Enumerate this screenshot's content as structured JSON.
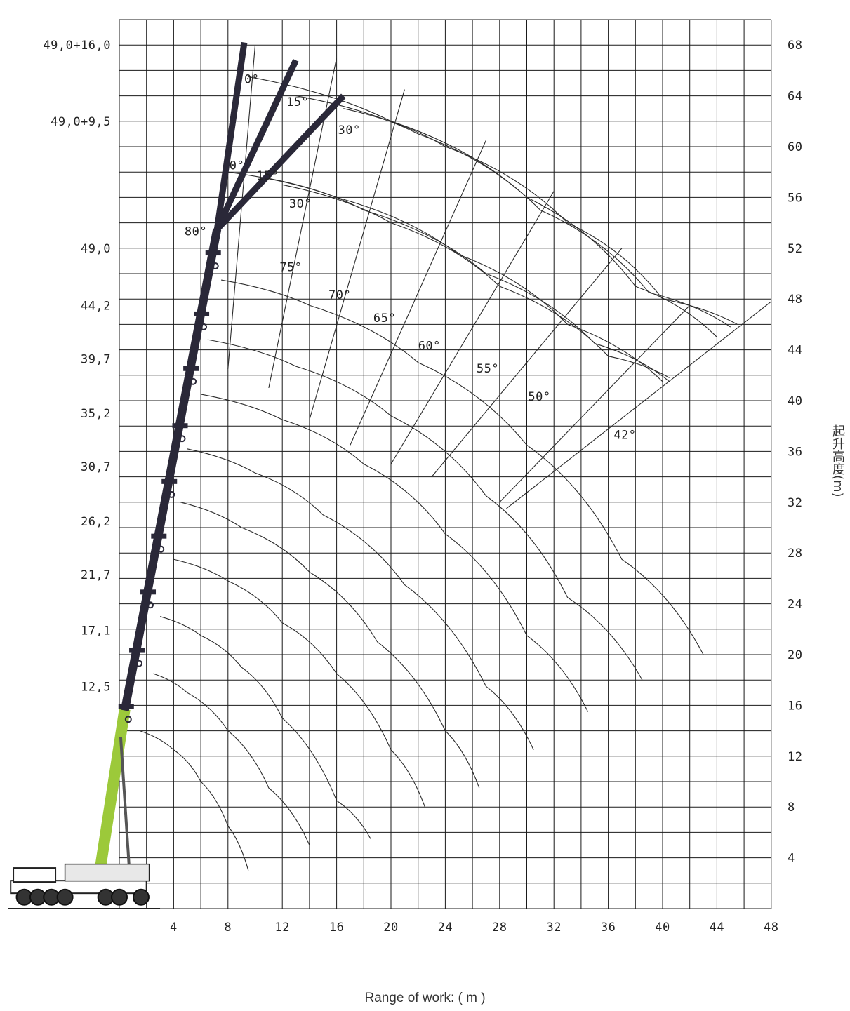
{
  "x_axis": {
    "title": "Range of work: ( m )",
    "ticks": [
      "4",
      "8",
      "12",
      "16",
      "20",
      "24",
      "28",
      "32",
      "36",
      "40",
      "44",
      "48"
    ]
  },
  "y_axis": {
    "title": "起升高度(m)",
    "ticks": [
      "4",
      "8",
      "12",
      "16",
      "20",
      "24",
      "28",
      "32",
      "36",
      "40",
      "44",
      "48",
      "52",
      "56",
      "60",
      "64",
      "68"
    ]
  },
  "boom_length_labels": [
    {
      "text": "49,0+16,0",
      "height": 68
    },
    {
      "text": "49,0+9,5",
      "height": 62
    },
    {
      "text": "49,0",
      "height": 52
    },
    {
      "text": "44,2",
      "height": 47.5
    },
    {
      "text": "39,7",
      "height": 43.3
    },
    {
      "text": "35,2",
      "height": 39
    },
    {
      "text": "30,7",
      "height": 34.8
    },
    {
      "text": "26,2",
      "height": 30.5
    },
    {
      "text": "21,7",
      "height": 26.3
    },
    {
      "text": "17,1",
      "height": 21.9
    },
    {
      "text": "12,5",
      "height": 17.5
    }
  ],
  "boom_angle_labels": [
    "80°",
    "75°",
    "70°",
    "65°",
    "60°",
    "55°",
    "50°",
    "42°"
  ],
  "jib_offset_labels": [
    "0°",
    "15°",
    "30°",
    "0°",
    "15°",
    "30°"
  ],
  "colors": {
    "grid": "#1a1a1a",
    "boom": "#2a2838",
    "base_section": "#9cc93a",
    "curve": "#2b2b2b"
  },
  "chart_data": {
    "type": "line",
    "description_units": {
      "x": "working range (m)",
      "y": "lifting height (m)"
    },
    "xlim": [
      0,
      48
    ],
    "ylim": [
      0,
      70
    ],
    "main_boom_curves": [
      {
        "boom": "12,5",
        "points": [
          [
            1.5,
            14
          ],
          [
            4,
            12.5
          ],
          [
            6,
            10
          ],
          [
            8,
            6.5
          ],
          [
            9.5,
            3
          ]
        ]
      },
      {
        "boom": "17,1",
        "points": [
          [
            2.5,
            18.5
          ],
          [
            5,
            17
          ],
          [
            8,
            14
          ],
          [
            11,
            9.5
          ],
          [
            14,
            5
          ]
        ]
      },
      {
        "boom": "21,7",
        "points": [
          [
            3,
            23
          ],
          [
            6,
            21.5
          ],
          [
            9,
            19
          ],
          [
            12,
            15
          ],
          [
            16,
            8.5
          ],
          [
            18.5,
            5.5
          ]
        ]
      },
      {
        "boom": "26,2",
        "points": [
          [
            4,
            27.5
          ],
          [
            8,
            25.8
          ],
          [
            12,
            22.5
          ],
          [
            16,
            18.5
          ],
          [
            20,
            12.5
          ],
          [
            22.5,
            8
          ]
        ]
      },
      {
        "boom": "30,7",
        "points": [
          [
            4.5,
            32
          ],
          [
            9,
            30
          ],
          [
            14,
            26.5
          ],
          [
            19,
            21
          ],
          [
            24,
            14
          ],
          [
            26.5,
            9.5
          ]
        ]
      },
      {
        "boom": "35,2",
        "points": [
          [
            5,
            36.2
          ],
          [
            10,
            34.3
          ],
          [
            15,
            31
          ],
          [
            21,
            25.5
          ],
          [
            27,
            17.5
          ],
          [
            30.5,
            12.5
          ]
        ]
      },
      {
        "boom": "39,7",
        "points": [
          [
            6,
            40.5
          ],
          [
            12,
            38.5
          ],
          [
            18,
            35
          ],
          [
            24,
            29.5
          ],
          [
            30,
            21.5
          ],
          [
            34.5,
            15.5
          ]
        ]
      },
      {
        "boom": "44,2",
        "points": [
          [
            6.5,
            44.8
          ],
          [
            13,
            42.7
          ],
          [
            20,
            38.8
          ],
          [
            27,
            32.5
          ],
          [
            33,
            24.5
          ],
          [
            38.5,
            18
          ]
        ]
      },
      {
        "boom": "49,0",
        "points": [
          [
            7.5,
            49.5
          ],
          [
            14,
            47.5
          ],
          [
            22,
            43
          ],
          [
            30,
            36.5
          ],
          [
            37,
            27.5
          ],
          [
            43,
            20
          ]
        ]
      }
    ],
    "jib_curves": [
      {
        "jib": "49,0+9,5 0°",
        "points": [
          [
            8,
            58
          ],
          [
            16,
            56
          ],
          [
            25,
            51.5
          ],
          [
            33,
            46
          ],
          [
            40,
            41.5
          ]
        ]
      },
      {
        "jib": "49,0+9,5 15°",
        "points": [
          [
            11,
            57.5
          ],
          [
            18,
            55
          ],
          [
            27,
            50
          ],
          [
            35,
            44.5
          ],
          [
            40.5,
            41.5
          ]
        ]
      },
      {
        "jib": "49,0+9,5 30°",
        "points": [
          [
            12,
            57
          ],
          [
            20,
            54
          ],
          [
            28,
            49
          ],
          [
            36,
            43.5
          ],
          [
            40.5,
            41.8
          ]
        ]
      },
      {
        "jib": "49,0+16,0 0°",
        "points": [
          [
            9.5,
            65.5
          ],
          [
            20,
            62
          ],
          [
            30,
            56
          ],
          [
            38,
            49
          ],
          [
            44,
            45
          ]
        ]
      },
      {
        "jib": "49,0+16,0 15°",
        "points": [
          [
            13,
            64
          ],
          [
            22,
            61
          ],
          [
            31,
            55
          ],
          [
            39,
            48.5
          ],
          [
            45,
            45.8
          ]
        ]
      },
      {
        "jib": "49,0+16,0 30°",
        "points": [
          [
            16.5,
            63
          ],
          [
            24,
            60
          ],
          [
            33,
            54
          ],
          [
            40,
            48
          ],
          [
            45.5,
            46
          ]
        ]
      }
    ],
    "angle_lines": [
      {
        "angle": "80°",
        "from": [
          8,
          42.5
        ],
        "to": [
          10,
          68
        ]
      },
      {
        "angle": "75°",
        "from": [
          11,
          41
        ],
        "to": [
          16,
          67
        ]
      },
      {
        "angle": "70°",
        "from": [
          14,
          38.5
        ],
        "to": [
          21,
          64.5
        ]
      },
      {
        "angle": "65°",
        "from": [
          17,
          36.5
        ],
        "to": [
          27,
          60.5
        ]
      },
      {
        "angle": "60°",
        "from": [
          20,
          35
        ],
        "to": [
          32,
          56.5
        ]
      },
      {
        "angle": "55°",
        "from": [
          23,
          34
        ],
        "to": [
          37,
          52
        ]
      },
      {
        "angle": "50°",
        "from": [
          28,
          32
        ],
        "to": [
          42,
          47.5
        ]
      },
      {
        "angle": "42°",
        "from": [
          28.5,
          31.5
        ],
        "to": [
          48,
          47.8
        ]
      }
    ]
  }
}
